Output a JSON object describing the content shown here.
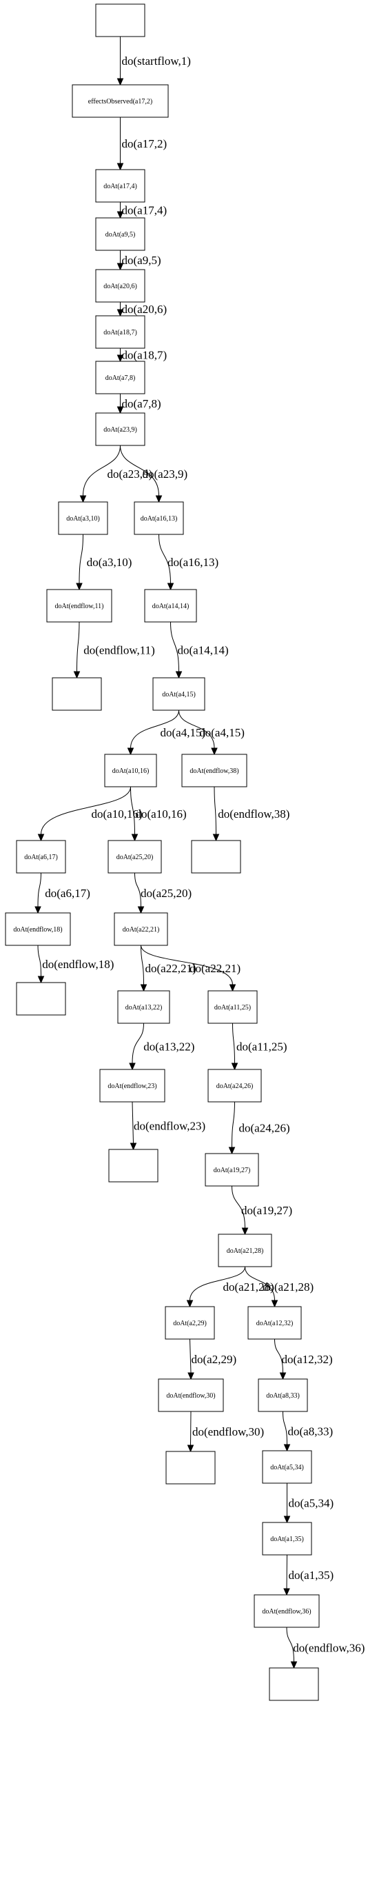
{
  "nodes": {
    "start": {
      "label": ""
    },
    "effects": {
      "label": "effectsObserved(a17,2)"
    },
    "a17_4": {
      "label": "doAt(a17,4)"
    },
    "a9_5": {
      "label": "doAt(a9,5)"
    },
    "a20_6": {
      "label": "doAt(a20,6)"
    },
    "a18_7": {
      "label": "doAt(a18,7)"
    },
    "a7_8": {
      "label": "doAt(a7,8)"
    },
    "a23_9": {
      "label": "doAt(a23,9)"
    },
    "a3_10": {
      "label": "doAt(a3,10)"
    },
    "a16_13": {
      "label": "doAt(a16,13)"
    },
    "endflow_11": {
      "label": "doAt(endflow,11)"
    },
    "a14_14": {
      "label": "doAt(a14,14)"
    },
    "end_11": {
      "label": ""
    },
    "a4_15": {
      "label": "doAt(a4,15)"
    },
    "a10_16": {
      "label": "doAt(a10,16)"
    },
    "endflow_38": {
      "label": "doAt(endflow,38)"
    },
    "a6_17": {
      "label": "doAt(a6,17)"
    },
    "a25_20": {
      "label": "doAt(a25,20)"
    },
    "end_38": {
      "label": ""
    },
    "endflow_18": {
      "label": "doAt(endflow,18)"
    },
    "a22_21": {
      "label": "doAt(a22,21)"
    },
    "end_18": {
      "label": ""
    },
    "a13_22": {
      "label": "doAt(a13,22)"
    },
    "a11_25": {
      "label": "doAt(a11,25)"
    },
    "endflow_23": {
      "label": "doAt(endflow,23)"
    },
    "a24_26": {
      "label": "doAt(a24,26)"
    },
    "end_23": {
      "label": ""
    },
    "a19_27": {
      "label": "doAt(a19,27)"
    },
    "a21_28": {
      "label": "doAt(a21,28)"
    },
    "a2_29": {
      "label": "doAt(a2,29)"
    },
    "a12_32": {
      "label": "doAt(a12,32)"
    },
    "endflow_30": {
      "label": "doAt(endflow,30)"
    },
    "a8_33": {
      "label": "doAt(a8,33)"
    },
    "end_30": {
      "label": ""
    },
    "a5_34": {
      "label": "doAt(a5,34)"
    },
    "a1_35": {
      "label": "doAt(a1,35)"
    },
    "endflow_36": {
      "label": "doAt(endflow,36)"
    },
    "end_36": {
      "label": ""
    }
  },
  "edges": [
    {
      "from": "start",
      "to": "effects",
      "label": "do(startflow,1)"
    },
    {
      "from": "effects",
      "to": "a17_4",
      "label": "do(a17,2)"
    },
    {
      "from": "a17_4",
      "to": "a9_5",
      "label": "do(a17,4)"
    },
    {
      "from": "a9_5",
      "to": "a20_6",
      "label": "do(a9,5)"
    },
    {
      "from": "a20_6",
      "to": "a18_7",
      "label": "do(a20,6)"
    },
    {
      "from": "a18_7",
      "to": "a7_8",
      "label": "do(a18,7)"
    },
    {
      "from": "a7_8",
      "to": "a23_9",
      "label": "do(a7,8)"
    },
    {
      "from": "a23_9",
      "to": "a3_10",
      "label": "do(a23,9)"
    },
    {
      "from": "a23_9",
      "to": "a16_13",
      "label": "do(a23,9)"
    },
    {
      "from": "a3_10",
      "to": "endflow_11",
      "label": "do(a3,10)"
    },
    {
      "from": "a16_13",
      "to": "a14_14",
      "label": "do(a16,13)"
    },
    {
      "from": "endflow_11",
      "to": "end_11",
      "label": "do(endflow,11)"
    },
    {
      "from": "a14_14",
      "to": "a4_15",
      "label": "do(a14,14)"
    },
    {
      "from": "a4_15",
      "to": "a10_16",
      "label": "do(a4,15)"
    },
    {
      "from": "a4_15",
      "to": "endflow_38",
      "label": "do(a4,15)"
    },
    {
      "from": "a10_16",
      "to": "a6_17",
      "label": "do(a10,16)"
    },
    {
      "from": "a10_16",
      "to": "a25_20",
      "label": "do(a10,16)"
    },
    {
      "from": "endflow_38",
      "to": "end_38",
      "label": "do(endflow,38)"
    },
    {
      "from": "a6_17",
      "to": "endflow_18",
      "label": "do(a6,17)"
    },
    {
      "from": "a25_20",
      "to": "a22_21",
      "label": "do(a25,20)"
    },
    {
      "from": "endflow_18",
      "to": "end_18",
      "label": "do(endflow,18)"
    },
    {
      "from": "a22_21",
      "to": "a13_22",
      "label": "do(a22,21)"
    },
    {
      "from": "a22_21",
      "to": "a11_25",
      "label": "do(a22,21)"
    },
    {
      "from": "a13_22",
      "to": "endflow_23",
      "label": "do(a13,22)"
    },
    {
      "from": "a11_25",
      "to": "a24_26",
      "label": "do(a11,25)"
    },
    {
      "from": "endflow_23",
      "to": "end_23",
      "label": "do(endflow,23)"
    },
    {
      "from": "a24_26",
      "to": "a19_27",
      "label": "do(a24,26)"
    },
    {
      "from": "a19_27",
      "to": "a21_28",
      "label": "do(a19,27)"
    },
    {
      "from": "a21_28",
      "to": "a2_29",
      "label": "do(a21,28)"
    },
    {
      "from": "a21_28",
      "to": "a12_32",
      "label": "do(a21,28)"
    },
    {
      "from": "a2_29",
      "to": "endflow_30",
      "label": "do(a2,29)"
    },
    {
      "from": "a12_32",
      "to": "a8_33",
      "label": "do(a12,32)"
    },
    {
      "from": "endflow_30",
      "to": "end_30",
      "label": "do(endflow,30)"
    },
    {
      "from": "a8_33",
      "to": "a5_34",
      "label": "do(a8,33)"
    },
    {
      "from": "a5_34",
      "to": "a1_35",
      "label": "do(a5,34)"
    },
    {
      "from": "a1_35",
      "to": "endflow_36",
      "label": "do(a1,35)"
    },
    {
      "from": "endflow_36",
      "to": "end_36",
      "label": "do(endflow,36)"
    }
  ]
}
